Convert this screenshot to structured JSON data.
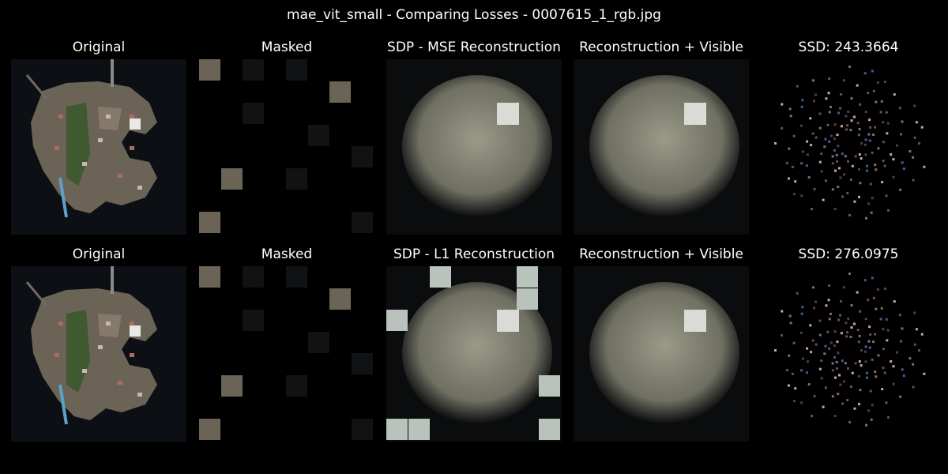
{
  "figure": {
    "title": "mae_vit_small - Comparing Losses - 0007615_1_rgb.jpg"
  },
  "rows": [
    {
      "original_title": "Original",
      "masked_title": "Masked",
      "recon_title": "SDP - MSE Reconstruction",
      "visible_title": "Reconstruction + Visible",
      "ssd_title": "SSD: 243.3664"
    },
    {
      "original_title": "Original",
      "masked_title": "Masked",
      "recon_title": "SDP - L1 Reconstruction",
      "visible_title": "Reconstruction + Visible",
      "ssd_title": "SSD: 276.0975"
    }
  ],
  "colors": {
    "background": "#000000",
    "water": "#0c1014",
    "land": "#6b6456",
    "vegetation": "#3f5a30",
    "reconstruction": "#9a9a88"
  }
}
